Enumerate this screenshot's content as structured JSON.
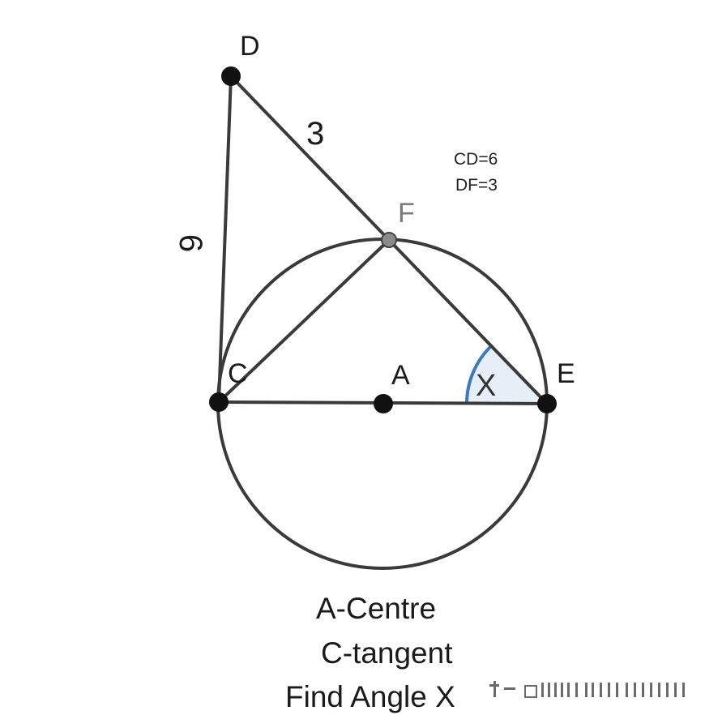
{
  "points": {
    "D": "D",
    "F": "F",
    "C": "C",
    "A": "A",
    "E": "E"
  },
  "lengths": {
    "df": "3",
    "cd": "6"
  },
  "given": {
    "line1": "CD=6",
    "line2": "DF=3"
  },
  "angle": {
    "label": "X"
  },
  "caption": {
    "line1": "A-Centre",
    "line2": "C-tangent",
    "line3": "Find Angle X"
  },
  "colors": {
    "stroke": "#3a3a3a",
    "point": "#111111",
    "point_f": "#8a8a8a",
    "angle_arc": "#3b78c4",
    "angle_fill": "#e6eef8"
  }
}
